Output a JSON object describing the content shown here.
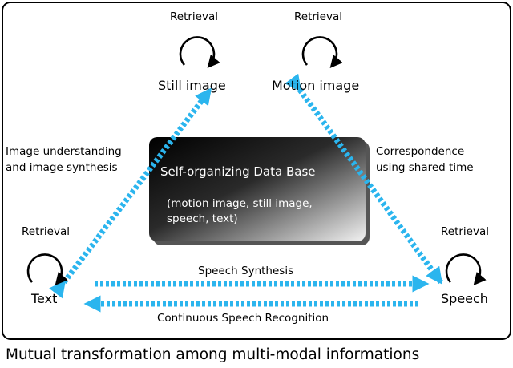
{
  "nodes": {
    "still_image": "Still image",
    "motion_image": "Motion image",
    "text": "Text",
    "speech": "Speech"
  },
  "retrieval_label": "Retrieval",
  "database": {
    "title": "Self-organizing Data Base",
    "contents_line1": "(motion image, still image,",
    "contents_line2": "speech, text)"
  },
  "edges": {
    "image_understanding_line1": "Image understanding",
    "image_understanding_line2": "and image synthesis",
    "correspondence_line1": "Correspondence",
    "correspondence_line2": "using shared time",
    "speech_synthesis": "Speech Synthesis",
    "speech_recognition": "Continuous Speech Recognition"
  },
  "caption": "Mutual transformation among multi-modal informations",
  "colors": {
    "arrow": "#2bb5ee",
    "frame": "#000000",
    "db_dark": "#000000",
    "db_light": "#f2f2f2"
  }
}
